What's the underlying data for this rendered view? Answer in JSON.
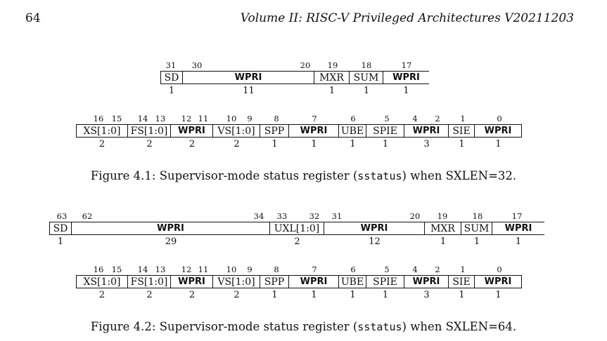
{
  "header": {
    "page_number": "64",
    "running_title": "Volume II: RISC-V Privileged Architectures V20211203"
  },
  "figures": [
    {
      "caption": {
        "prefix": "Figure 4.1: Supervisor-mode status register (",
        "code": "sstatus",
        "suffix": ") when SXLEN=32."
      },
      "rows": [
        {
          "bit_labels": [
            "31",
            "30",
            "20",
            "19",
            "18",
            "17"
          ],
          "fields": [
            {
              "label": "SD",
              "width": "1",
              "bold": false
            },
            {
              "label": "WPRI",
              "width": "11",
              "bold": true
            },
            {
              "label": "MXR",
              "width": "1",
              "bold": false
            },
            {
              "label": "SUM",
              "width": "1",
              "bold": false
            },
            {
              "label": "WPRI",
              "width": "1",
              "bold": true
            }
          ]
        },
        {
          "bit_labels": [
            "16",
            "15",
            "14",
            "13",
            "12",
            "11",
            "10",
            "9",
            "8",
            "7",
            "6",
            "5",
            "4",
            "2",
            "1",
            "0"
          ],
          "fields": [
            {
              "label": "XS[1:0]",
              "width": "2",
              "bold": false
            },
            {
              "label": "FS[1:0]",
              "width": "2",
              "bold": false
            },
            {
              "label": "WPRI",
              "width": "2",
              "bold": true
            },
            {
              "label": "VS[1:0]",
              "width": "2",
              "bold": false
            },
            {
              "label": "SPP",
              "width": "1",
              "bold": false
            },
            {
              "label": "WPRI",
              "width": "1",
              "bold": true
            },
            {
              "label": "UBE",
              "width": "1",
              "bold": false
            },
            {
              "label": "SPIE",
              "width": "1",
              "bold": false
            },
            {
              "label": "WPRI",
              "width": "3",
              "bold": true
            },
            {
              "label": "SIE",
              "width": "1",
              "bold": false
            },
            {
              "label": "WPRI",
              "width": "1",
              "bold": true
            }
          ]
        }
      ]
    },
    {
      "caption": {
        "prefix": "Figure 4.2: Supervisor-mode status register (",
        "code": "sstatus",
        "suffix": ") when SXLEN=64."
      },
      "rows": [
        {
          "bit_labels": [
            "63",
            "62",
            "34",
            "33",
            "32",
            "31",
            "20",
            "19",
            "18",
            "17"
          ],
          "fields": [
            {
              "label": "SD",
              "width": "1",
              "bold": false
            },
            {
              "label": "WPRI",
              "width": "29",
              "bold": true
            },
            {
              "label": "UXL[1:0]",
              "width": "2",
              "bold": false
            },
            {
              "label": "WPRI",
              "width": "12",
              "bold": true
            },
            {
              "label": "MXR",
              "width": "1",
              "bold": false
            },
            {
              "label": "SUM",
              "width": "1",
              "bold": false
            },
            {
              "label": "WPRI",
              "width": "1",
              "bold": true
            }
          ]
        },
        {
          "bit_labels": [
            "16",
            "15",
            "14",
            "13",
            "12",
            "11",
            "10",
            "9",
            "8",
            "7",
            "6",
            "5",
            "4",
            "2",
            "1",
            "0"
          ],
          "fields": [
            {
              "label": "XS[1:0]",
              "width": "2",
              "bold": false
            },
            {
              "label": "FS[1:0]",
              "width": "2",
              "bold": false
            },
            {
              "label": "WPRI",
              "width": "2",
              "bold": true
            },
            {
              "label": "VS[1:0]",
              "width": "2",
              "bold": false
            },
            {
              "label": "SPP",
              "width": "1",
              "bold": false
            },
            {
              "label": "WPRI",
              "width": "1",
              "bold": true
            },
            {
              "label": "UBE",
              "width": "1",
              "bold": false
            },
            {
              "label": "SPIE",
              "width": "1",
              "bold": false
            },
            {
              "label": "WPRI",
              "width": "3",
              "bold": true
            },
            {
              "label": "SIE",
              "width": "1",
              "bold": false
            },
            {
              "label": "WPRI",
              "width": "1",
              "bold": true
            }
          ]
        }
      ]
    }
  ]
}
